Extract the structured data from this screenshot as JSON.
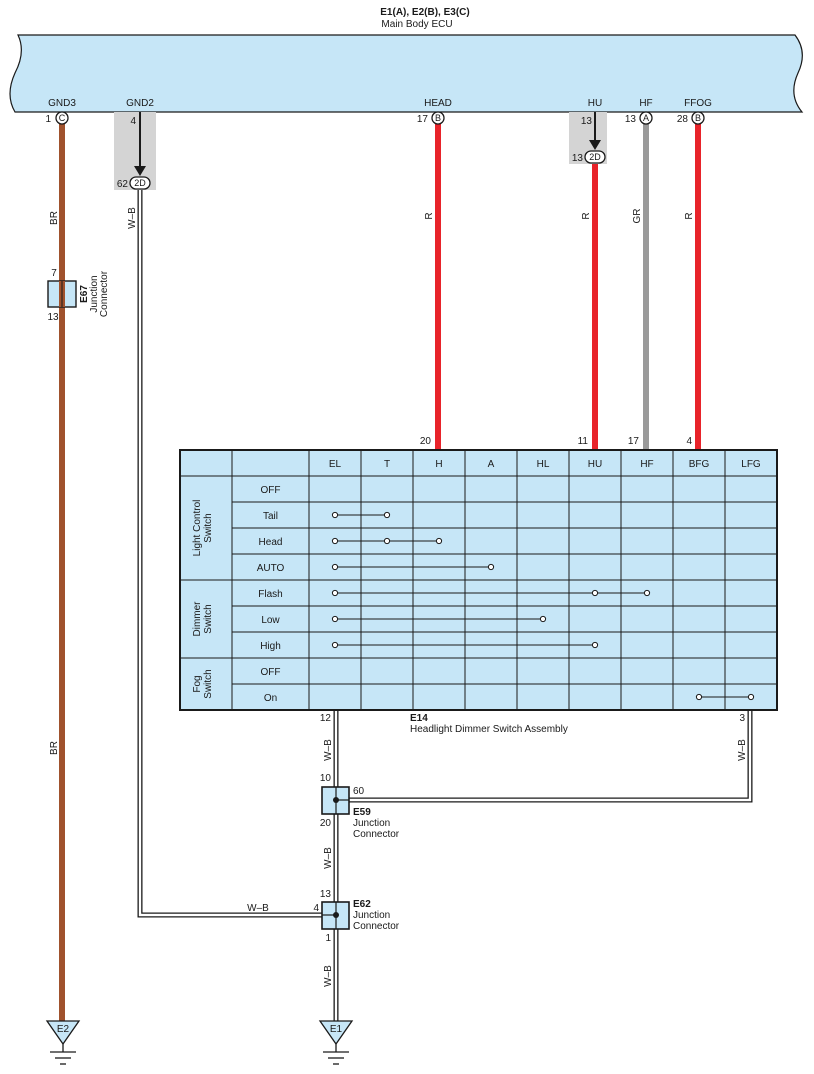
{
  "ecu": {
    "code": "E1(A), E2(B), E3(C)",
    "name": "Main Body ECU",
    "pins": [
      {
        "label": "GND3",
        "num": "1",
        "conn": "C"
      },
      {
        "label": "GND2",
        "num": "4",
        "conn": ""
      },
      {
        "label": "HEAD",
        "num": "17",
        "conn": "B"
      },
      {
        "label": "HU",
        "num": "13",
        "conn": ""
      },
      {
        "label": "HF",
        "num": "13",
        "conn": "A"
      },
      {
        "label": "FFOG",
        "num": "28",
        "conn": "B"
      }
    ]
  },
  "inline_conn": {
    "gnd2_num": "62",
    "gnd2_id": "2D",
    "hu_num": "13",
    "hu_id": "2D"
  },
  "wires": {
    "br": "BR",
    "wb": "W–B",
    "r": "R",
    "gr": "GR"
  },
  "colors": {
    "brown": "#a0522d",
    "red": "#e8232a",
    "gray": "#9a9a9a",
    "panel": "#c6e6f7",
    "shade": "#d4d4d4"
  },
  "junctions": {
    "e67": {
      "code": "E67",
      "name1": "Junction",
      "name2": "Connector",
      "top": "7",
      "bottom": "13"
    },
    "e59": {
      "code": "E59",
      "name1": "Junction",
      "name2": "Connector",
      "top": "10",
      "bottom": "20",
      "right": "60"
    },
    "e62": {
      "code": "E62",
      "name1": "Junction",
      "name2": "Connector",
      "top": "13",
      "bottom": "1",
      "left": "4"
    }
  },
  "switch": {
    "code": "E14",
    "name": "Headlight Dimmer Switch Assembly",
    "pin_nums": {
      "head": "20",
      "hu": "11",
      "hf": "17",
      "ffog": "4",
      "el": "12",
      "lfg": "3"
    },
    "columns": [
      "EL",
      "T",
      "H",
      "A",
      "HL",
      "HU",
      "HF",
      "BFG",
      "LFG"
    ],
    "groups": [
      {
        "name1": "Light Control",
        "name2": "Switch",
        "rows": [
          "OFF",
          "Tail",
          "Head",
          "AUTO"
        ]
      },
      {
        "name1": "Dimmer",
        "name2": "Switch",
        "rows": [
          "Flash",
          "Low",
          "High"
        ]
      },
      {
        "name1": "Fog",
        "name2": "Switch",
        "rows": [
          "OFF",
          "On"
        ]
      }
    ],
    "connections": [
      {
        "row": 1,
        "cols": [
          0,
          1
        ]
      },
      {
        "row": 2,
        "cols": [
          0,
          1,
          2
        ]
      },
      {
        "row": 3,
        "cols": [
          0,
          3
        ]
      },
      {
        "row": 4,
        "cols": [
          0,
          5,
          6
        ]
      },
      {
        "row": 5,
        "cols": [
          0,
          4
        ]
      },
      {
        "row": 6,
        "cols": [
          0,
          5
        ]
      },
      {
        "row": 8,
        "cols": [
          7,
          8
        ]
      }
    ]
  },
  "grounds": [
    {
      "id": "E2"
    },
    {
      "id": "E1"
    }
  ]
}
